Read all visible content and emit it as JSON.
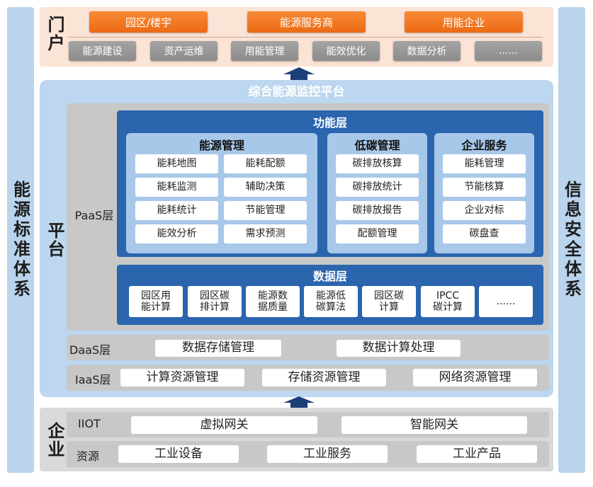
{
  "left_pillar": {
    "label": "能源标准体系"
  },
  "right_pillar": {
    "label": "信息安全体系"
  },
  "portal": {
    "title": "门户",
    "top_buttons": [
      "园区/楼宇",
      "能源服务商",
      "用能企业"
    ],
    "sub_buttons": [
      "能源建设",
      "资产运维",
      "用能管理",
      "能效优化",
      "数据分析",
      "......"
    ]
  },
  "platform": {
    "title": "综合能源监控平台",
    "side_label": "平台",
    "paas": {
      "label": "PaaS层",
      "function_layer": {
        "title": "功能层",
        "groups": [
          {
            "title": "能源管理",
            "items": [
              "能耗地图",
              "能耗配额",
              "能耗监测",
              "辅助决策",
              "能耗统计",
              "节能管理",
              "能效分析",
              "需求预测"
            ]
          },
          {
            "title": "低碳管理",
            "items": [
              "碳排放核算",
              "碳排放统计",
              "碳排放报告",
              "配额管理"
            ]
          },
          {
            "title": "企业服务",
            "items": [
              "能耗管理",
              "节能核算",
              "企业对标",
              "碳盘查"
            ]
          }
        ]
      },
      "data_layer": {
        "title": "数据层",
        "items": [
          "园区用\n能计算",
          "园区碳\n排计算",
          "能源数\n据质量",
          "能源低\n碳算法",
          "园区碳\n计算",
          "IPCC\n碳计算",
          "......"
        ]
      }
    },
    "daas": {
      "label": "DaaS层",
      "items": [
        "数据存储管理",
        "数据计算处理"
      ]
    },
    "iaas": {
      "label": "IaaS层",
      "items": [
        "计算资源管理",
        "存储资源管理",
        "网络资源管理"
      ]
    }
  },
  "enterprise": {
    "title": "企业",
    "iiot": {
      "label": "IIOT",
      "items": [
        "虚拟网关",
        "智能网关"
      ]
    },
    "resources": {
      "label": "资源",
      "items": [
        "工业设备",
        "工业服务",
        "工业产品"
      ]
    }
  },
  "colors": {
    "pillar": "#b9d4ec",
    "portal_bg": "#fbe3d5",
    "orange": "#ec6a14",
    "platform_bg": "#bcd7ef",
    "dark_blue": "#2a65ae",
    "arrow": "#1b3f78"
  }
}
